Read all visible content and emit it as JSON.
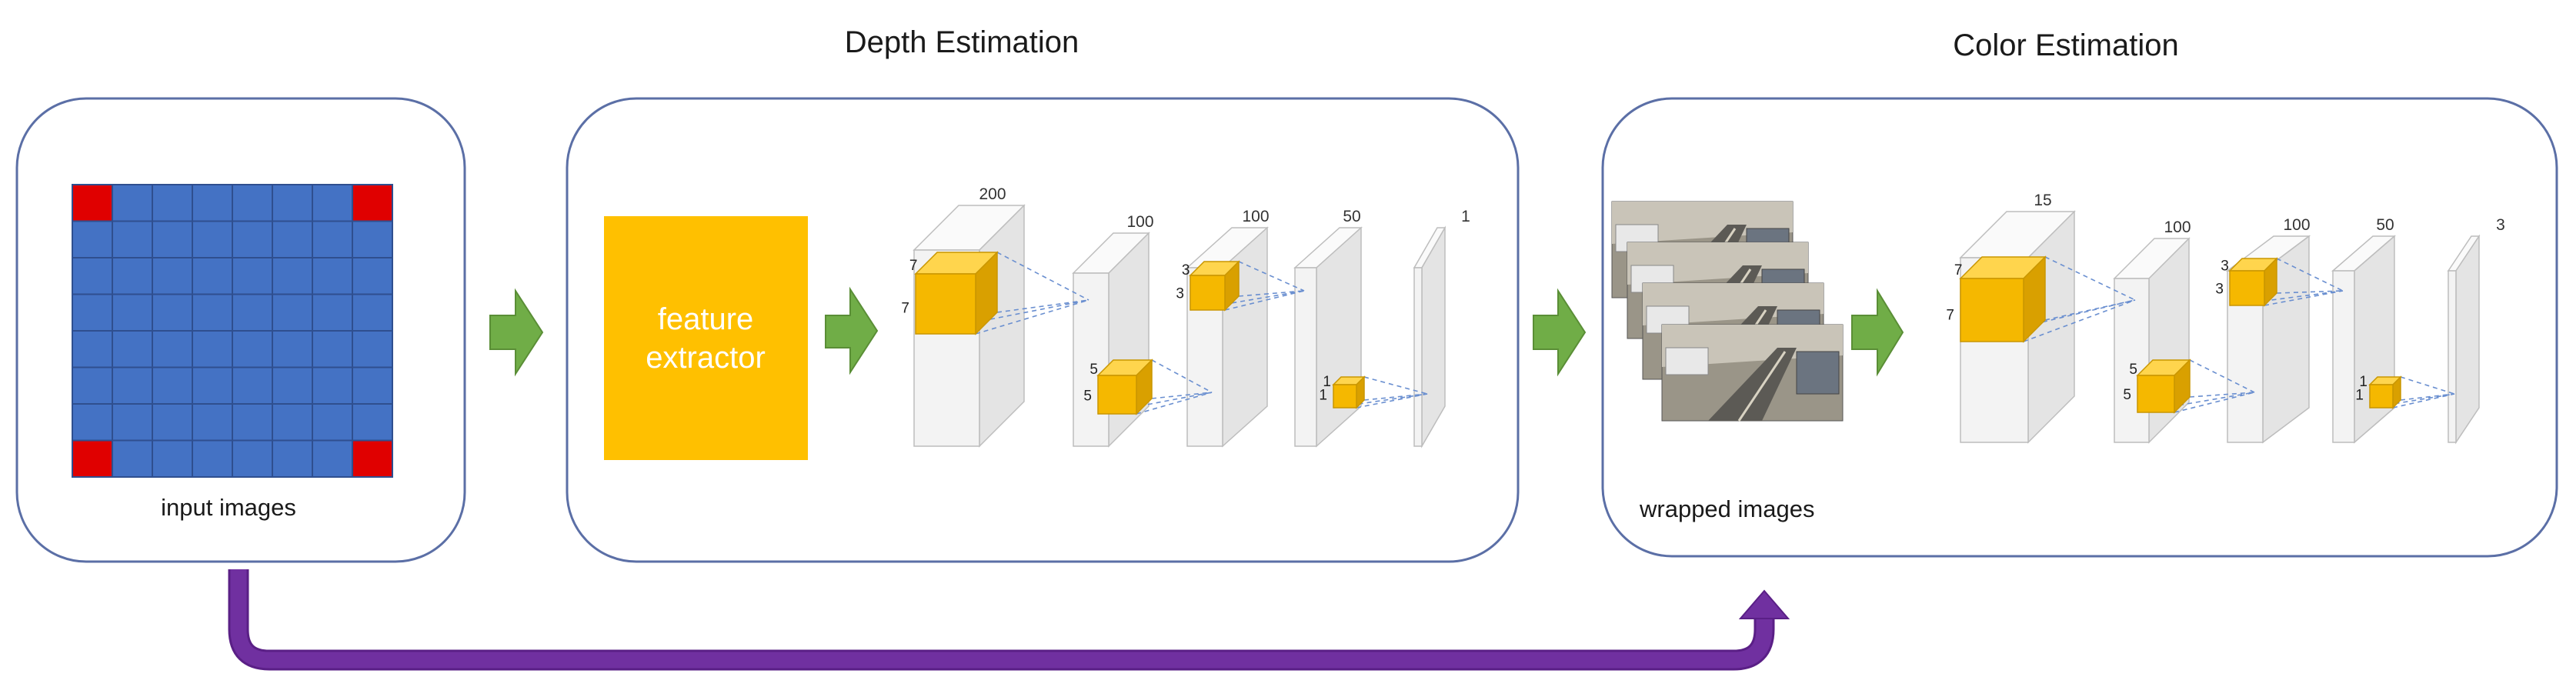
{
  "titles": {
    "depth": "Depth Estimation",
    "color": "Color Estimation"
  },
  "input_panel": {
    "label": "input images"
  },
  "feature_extractor": {
    "line1": "feature",
    "line2": "extractor"
  },
  "wrapped_panel": {
    "label": "wrapped images"
  },
  "depth_network": {
    "layer_channels": [
      "200",
      "100",
      "100",
      "50",
      "1"
    ],
    "kernels": [
      {
        "h": "7",
        "w": "7"
      },
      {
        "h": "5",
        "w": "5"
      },
      {
        "h": "3",
        "w": "3"
      },
      {
        "h": "1",
        "w": "1"
      }
    ]
  },
  "color_network": {
    "layer_channels": [
      "15",
      "100",
      "100",
      "50",
      "3"
    ],
    "kernels": [
      {
        "h": "7",
        "w": "7"
      },
      {
        "h": "5",
        "w": "5"
      },
      {
        "h": "3",
        "w": "3"
      },
      {
        "h": "1",
        "w": "1"
      }
    ]
  },
  "colors": {
    "panel_border": "#5b6fa6",
    "grid_cell": "#4472c4",
    "grid_corner": "#e00000",
    "feature_box": "#ffc000",
    "kernel": "#f5b800",
    "arrow_green": "#70ad47",
    "skip_arrow": "#7030a0"
  }
}
